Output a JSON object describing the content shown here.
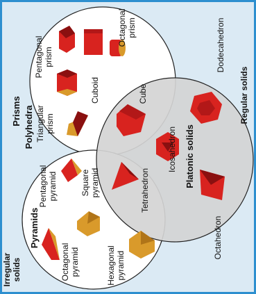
{
  "title": "Polyhedra",
  "sets": {
    "prisms": "Prisms",
    "pyramids": "Pyramids",
    "platonic": "Platonic solids"
  },
  "corner_labels": {
    "irregular": [
      "Irregular",
      "solids"
    ],
    "regular": "Regular solids"
  },
  "shapes": {
    "octagonal_prism": [
      "Octagonal",
      "prism"
    ],
    "pentagonal_prism": [
      "Pentagonal",
      "prism"
    ],
    "cuboid": "Cuboid",
    "triangular_prism": [
      "Triangular",
      "prism"
    ],
    "cube": "Cube",
    "dodecahedron": "Dodecahedron",
    "icosahedron": "Icosahedron",
    "tetrahedron": "Tetrahedron",
    "octahedron": "Octahedron",
    "pentagonal_pyramid": [
      "Pentagonal",
      "pyramid"
    ],
    "square_pyramid": [
      "Square",
      "pyramid"
    ],
    "octagonal_pyramid": [
      "Octagonal",
      "pyramid"
    ],
    "hexagonal_pyramid": [
      "Hexagonal",
      "pyramid"
    ]
  },
  "colors": {
    "background": "#dbeaf4",
    "border": "#2d8fcf",
    "platonic_fill": "#d4d4d4",
    "red": "#d8231f",
    "dark_red": "#8a1010",
    "gold": "#d99a2b"
  }
}
